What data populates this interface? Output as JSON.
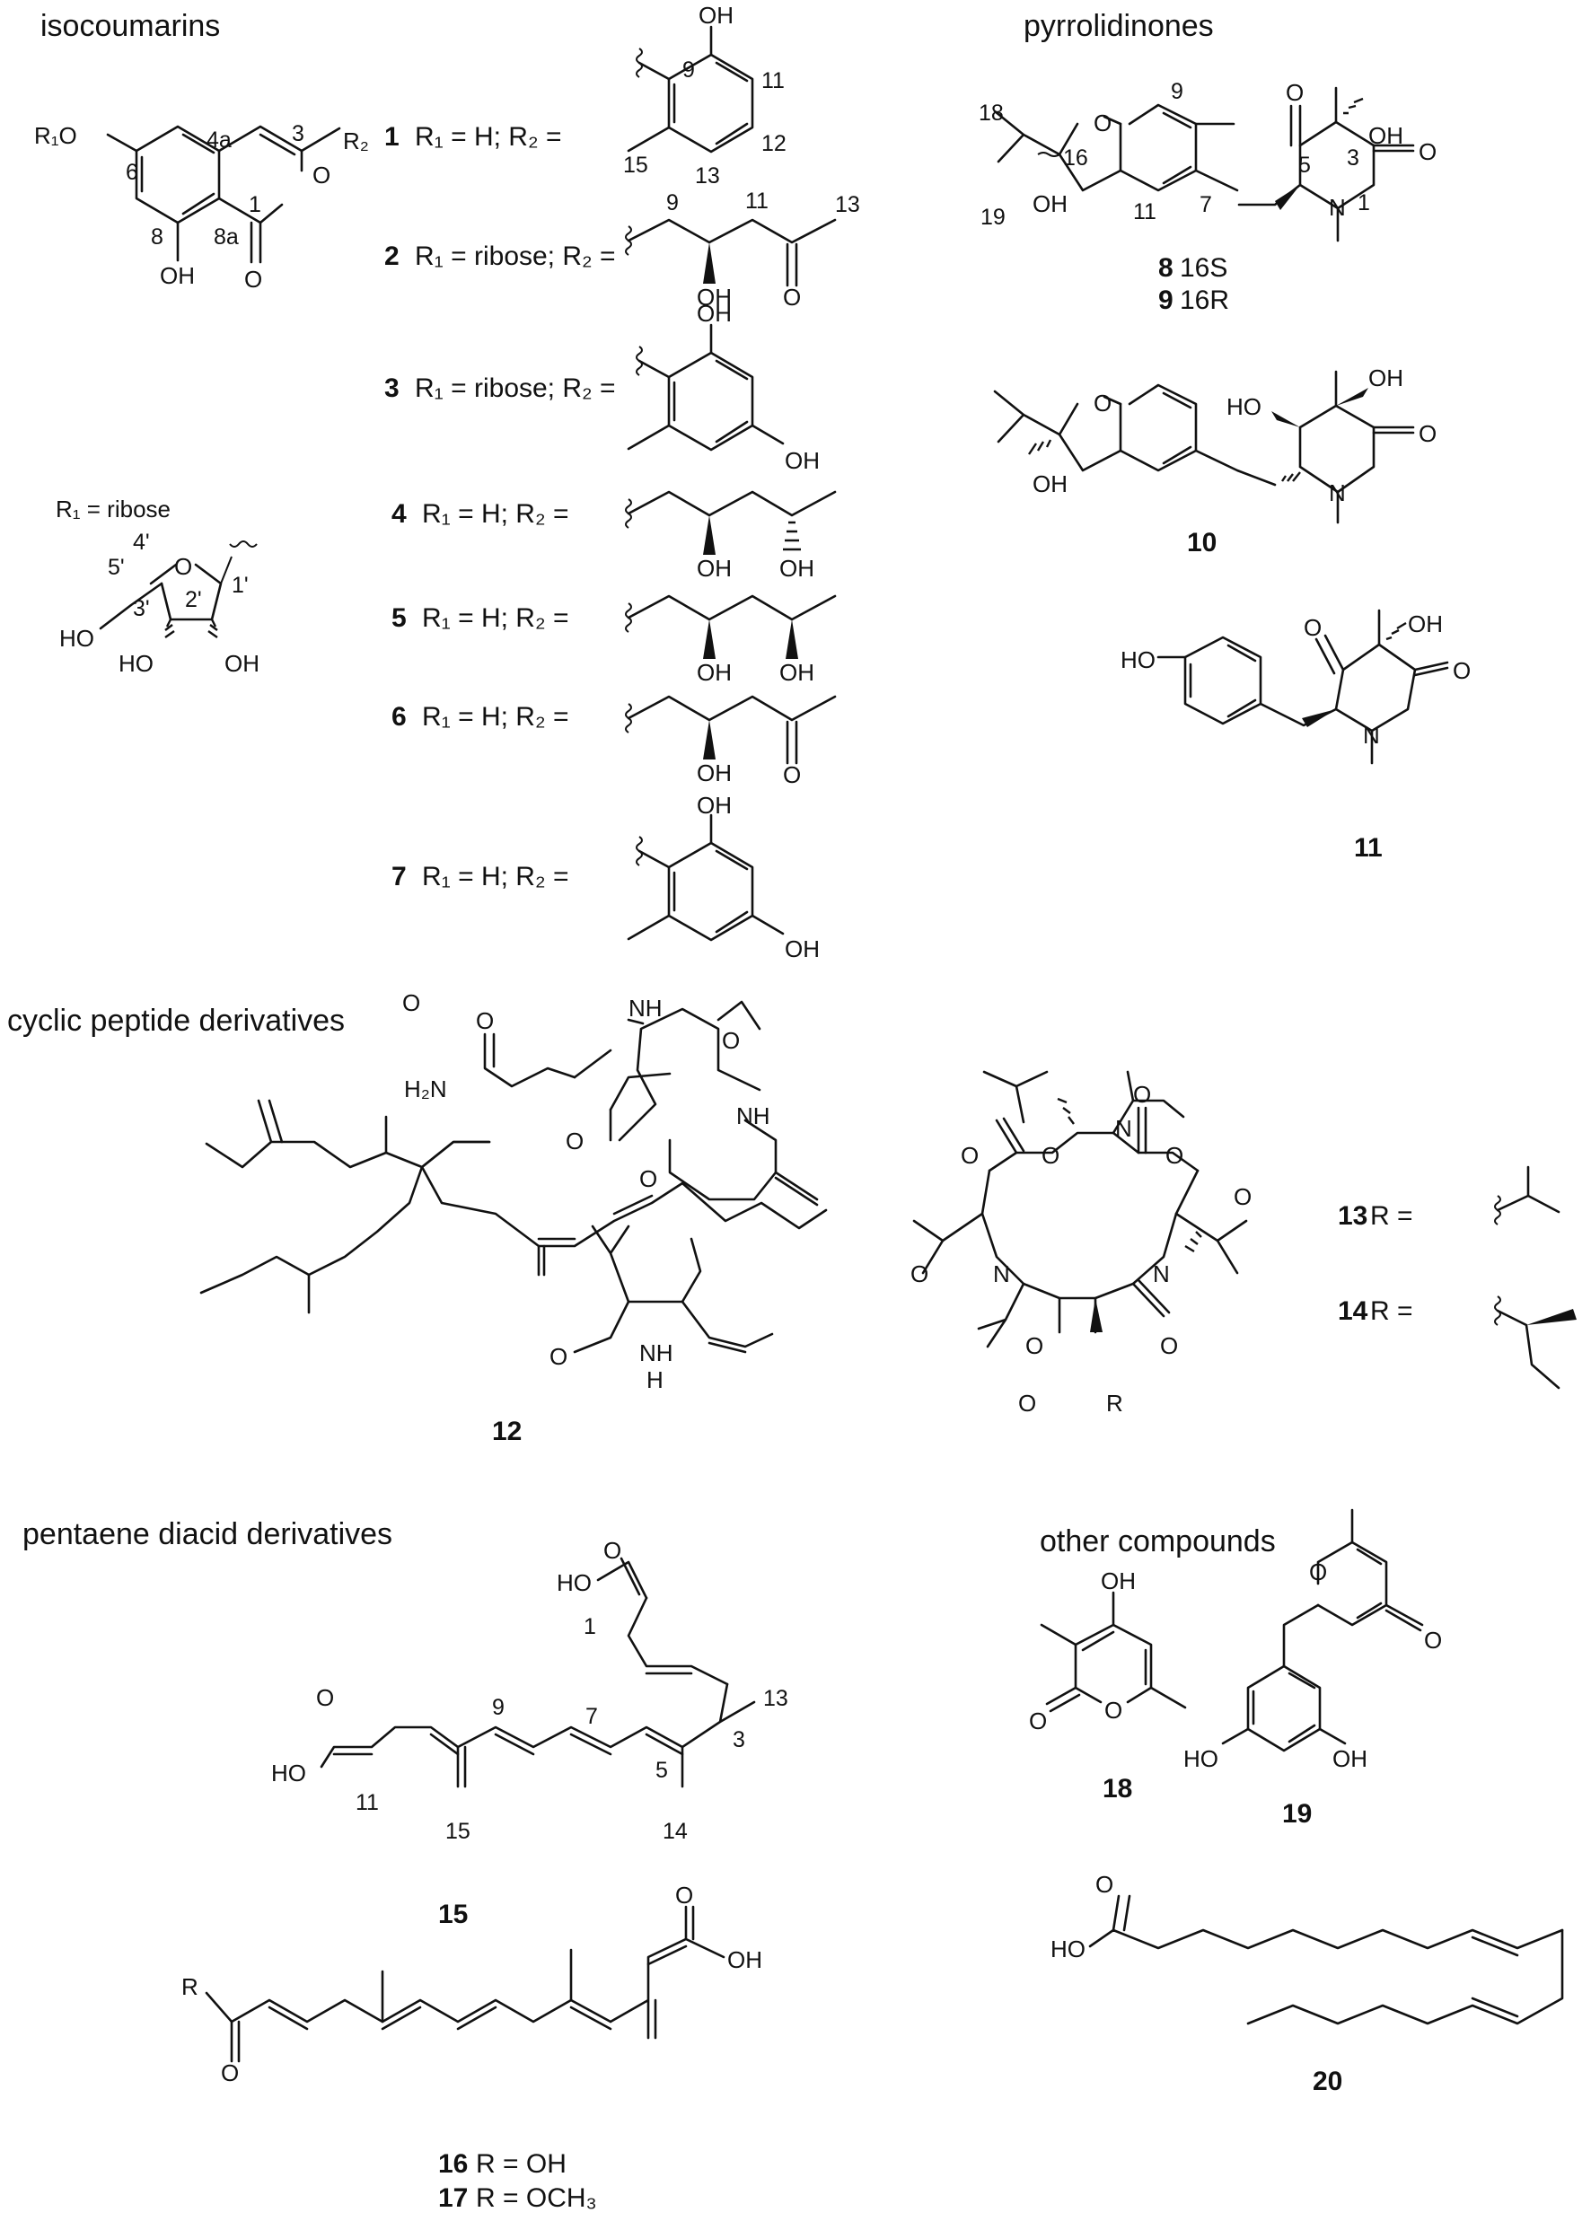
{
  "sections": {
    "isocoumarins": "isocoumarins",
    "pyrrolidinones": "pyrrolidinones",
    "cyclic_peptides": "cyclic peptide derivatives",
    "pentaene": "pentaene diacid derivatives",
    "other": "other compounds"
  },
  "compounds": {
    "c1": {
      "id": "1",
      "sub": "R₁ = H; R₂ ="
    },
    "c2": {
      "id": "2",
      "sub": "R₁ = ribose; R₂ ="
    },
    "c3": {
      "id": "3",
      "sub": "R₁ = ribose; R₂ ="
    },
    "c4": {
      "id": "4",
      "sub": "R₁ = H; R₂ ="
    },
    "c5": {
      "id": "5",
      "sub": "R₁ = H; R₂ ="
    },
    "c6": {
      "id": "6",
      "sub": "R₁ = H; R₂ ="
    },
    "c7": {
      "id": "7",
      "sub": "R₁ = H; R₂ ="
    },
    "c8": {
      "id": "8",
      "config": "16S"
    },
    "c9": {
      "id": "9",
      "config": "16R"
    },
    "c10": {
      "id": "10"
    },
    "c11": {
      "id": "11"
    },
    "c12": {
      "id": "12"
    },
    "c13": {
      "id": "13",
      "sub": "R ="
    },
    "c14": {
      "id": "14",
      "sub": "R ="
    },
    "c15": {
      "id": "15"
    },
    "c16": {
      "id": "16",
      "sub": "R = OH"
    },
    "c17": {
      "id": "17",
      "sub": "R = OCH₃"
    },
    "c18": {
      "id": "18"
    },
    "c19": {
      "id": "19"
    },
    "c20": {
      "id": "20"
    }
  },
  "ribose_def": "R₁ = ribose",
  "atoms": {
    "OH": "OH",
    "HO": "HO",
    "O": "O",
    "N": "N",
    "NH": "NH",
    "H": "H",
    "H2N": "H₂N",
    "R1O": "R₁O",
    "R2": "R₂",
    "R": "R"
  },
  "numbering": {
    "iso": [
      "6",
      "4a",
      "3",
      "1",
      "8",
      "8a"
    ],
    "ribose": [
      "5'",
      "4'",
      "1'",
      "2'",
      "3'"
    ],
    "r1": [
      "9",
      "11",
      "15",
      "12",
      "13"
    ],
    "r2": [
      "9",
      "11",
      "13"
    ],
    "pyr": [
      "18",
      "19",
      "16",
      "9",
      "11",
      "7",
      "3",
      "5",
      "1"
    ],
    "pentaene": [
      "1",
      "13",
      "3",
      "9",
      "7",
      "5",
      "11",
      "15",
      "14"
    ]
  }
}
